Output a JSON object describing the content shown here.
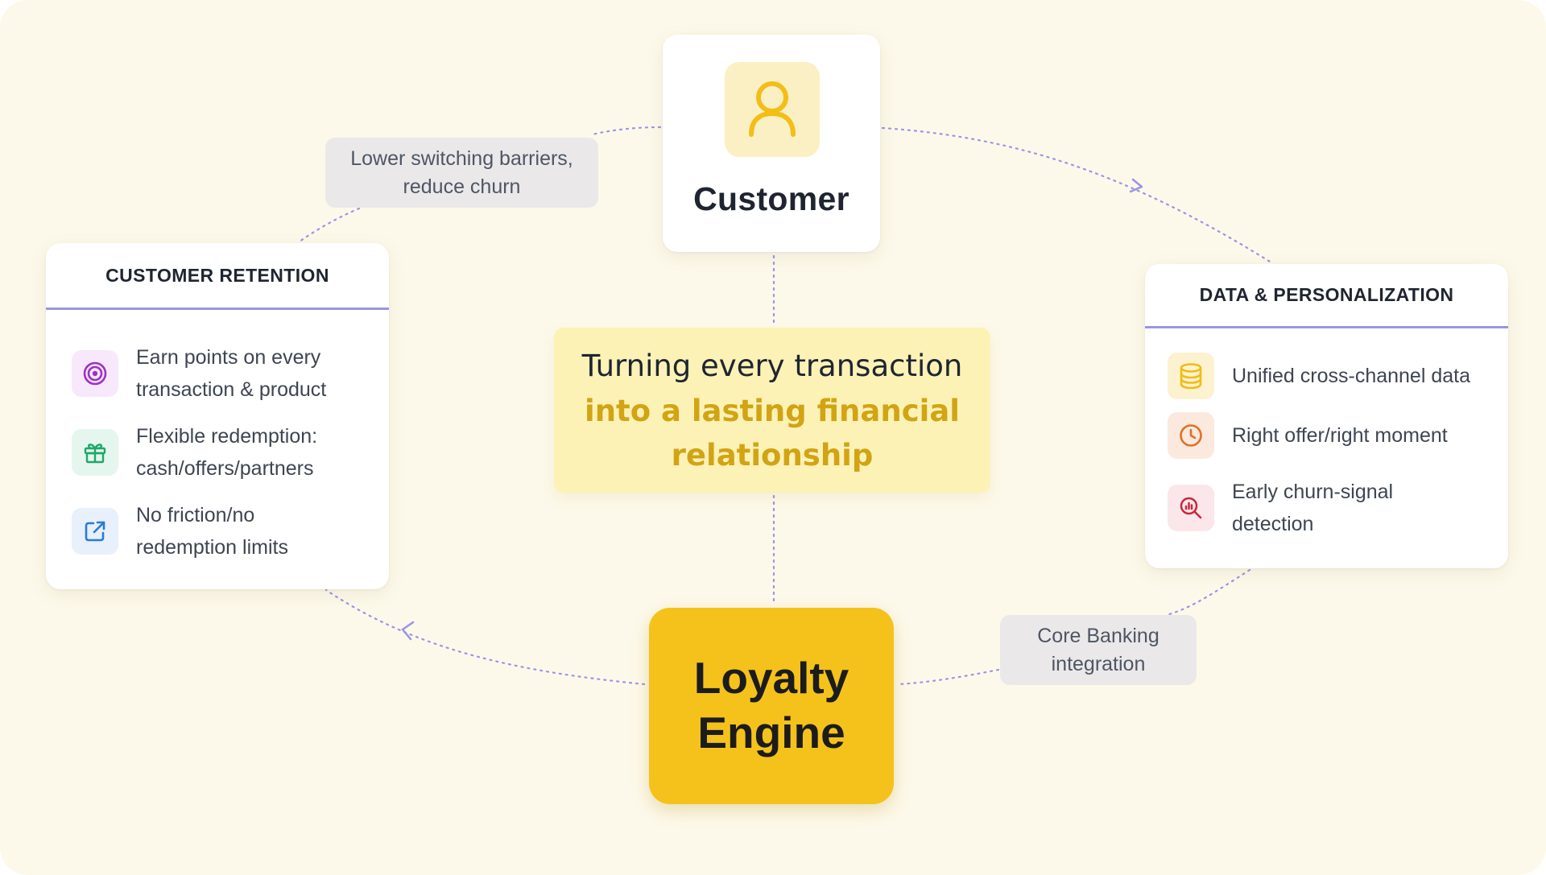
{
  "colors": {
    "background": "#fdf9ea",
    "accent_yellow": "#f4c21b",
    "accent_yellow_text": "#d2a414",
    "header_underline": "#9a94e6",
    "connector": "#9a94e6"
  },
  "customer": {
    "icon": "user-icon",
    "title": "Customer"
  },
  "pills": {
    "switching": "Lower switching barriers,\nreduce churn",
    "switching_line1": "Lower switching barriers,",
    "switching_line2": "reduce churn",
    "core_line1": "Core Banking",
    "core_line2": "integration"
  },
  "retention": {
    "title": "CUSTOMER RETENTION",
    "items": [
      {
        "icon": "target-icon",
        "line1": "Earn points on every",
        "line2": "transaction & product"
      },
      {
        "icon": "gift-icon",
        "line1": "Flexible redemption:",
        "line2": "cash/offers/partners"
      },
      {
        "icon": "external-link-icon",
        "line1": "No friction/no",
        "line2": "redemption limits"
      }
    ]
  },
  "data_personalization": {
    "title": "DATA & PERSONALIZATION",
    "items": [
      {
        "icon": "database-icon",
        "line1": "Unified cross-channel data"
      },
      {
        "icon": "clock-icon",
        "line1": "Right offer/right moment"
      },
      {
        "icon": "search-analytics-icon",
        "line1": "Early churn-signal",
        "line2": "detection"
      }
    ]
  },
  "message": {
    "line1": "Turning every transaction",
    "line2": "into a lasting financial",
    "line3": "relationship"
  },
  "engine": {
    "line1": "Loyalty",
    "line2": "Engine"
  }
}
